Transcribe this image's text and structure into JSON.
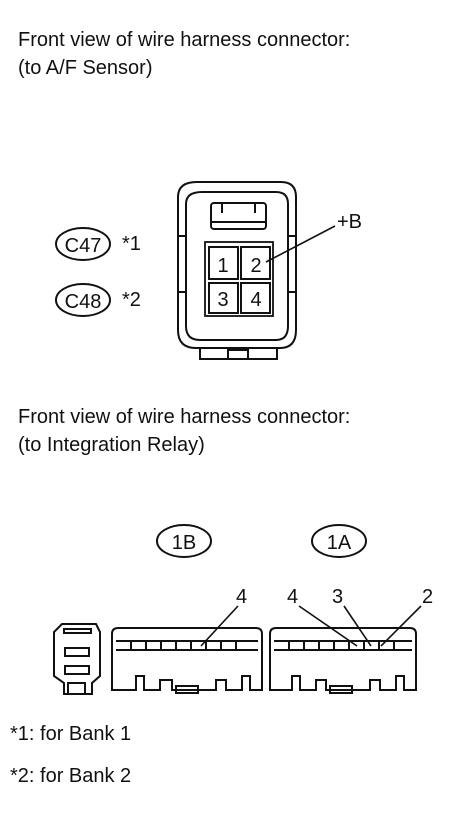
{
  "section1": {
    "heading_line1": "Front view of wire harness connector:",
    "heading_line2": "(to A/F Sensor)",
    "codes": [
      {
        "code": "C47",
        "note": "*1"
      },
      {
        "code": "C48",
        "note": "*2"
      }
    ],
    "pins": [
      "1",
      "2",
      "3",
      "4"
    ],
    "pin_callout": "+B"
  },
  "section2": {
    "heading_line1": "Front view of wire harness connector:",
    "heading_line2": "(to Integration Relay)",
    "connector_1b": {
      "label": "1B",
      "pin_callouts": [
        "4"
      ]
    },
    "connector_1a": {
      "label": "1A",
      "pin_callouts": [
        "4",
        "3",
        "2"
      ]
    }
  },
  "footnotes": [
    "*1: for Bank 1",
    "*2: for Bank 2"
  ]
}
